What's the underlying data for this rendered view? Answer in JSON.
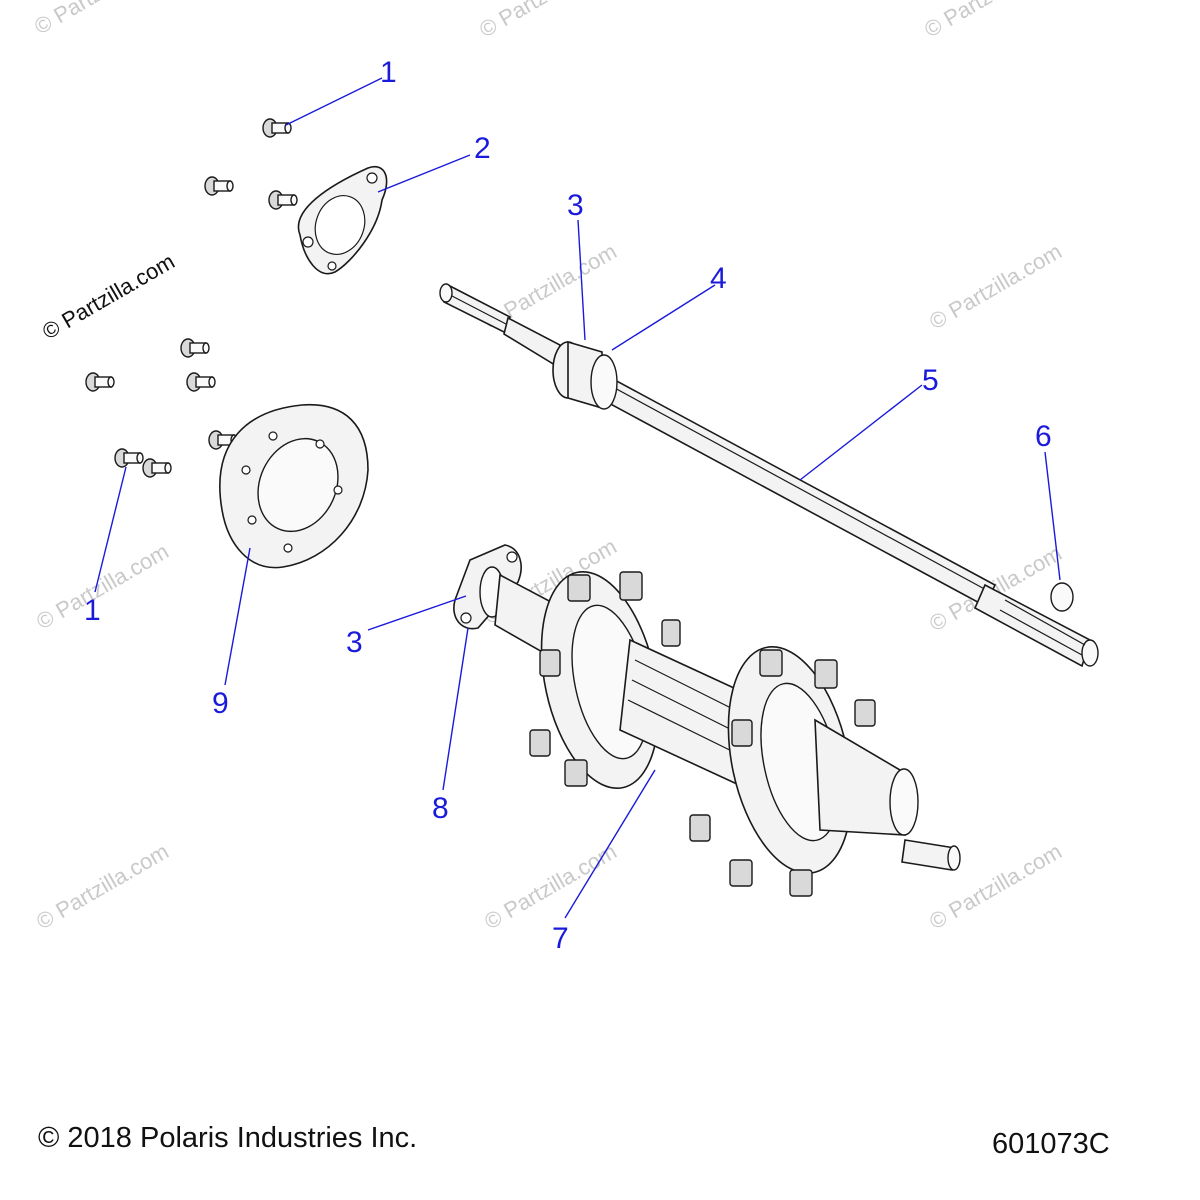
{
  "watermark": {
    "small": "© Partzilla.com",
    "large": "© Partzilla.com"
  },
  "callouts": [
    "1",
    "2",
    "3",
    "4",
    "5",
    "6",
    "1",
    "9",
    "3",
    "8",
    "7"
  ],
  "footer": {
    "copyright": "© 2018 Polaris Industries Inc.",
    "part_number": "601073C"
  },
  "colors": {
    "callout": "#1a1adb",
    "watermark": "#c9c9c9",
    "line": "#1a1a1a"
  }
}
